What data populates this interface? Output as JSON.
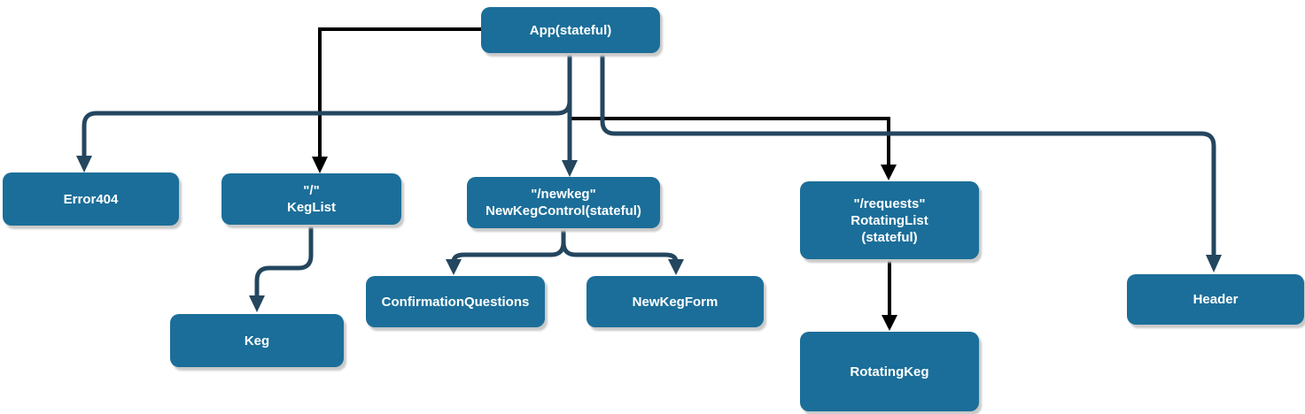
{
  "diagram": {
    "type": "component-tree",
    "colors": {
      "background": "#ffffff",
      "node_fill": "#1b6e99",
      "node_text": "#ffffff",
      "edge_dark": "#24465f",
      "edge_black": "#000000",
      "shadow": "#c9c9c9"
    },
    "nodes": {
      "app": {
        "label": "App(stateful)"
      },
      "error404": {
        "label": "Error404"
      },
      "keglist": {
        "line1": "\"/\"",
        "line2": "KegList"
      },
      "newkegcontrol": {
        "line1": "\"/newkeg\"",
        "line2": "NewKegControl(stateful)"
      },
      "rotatinglist": {
        "line1": "\"/requests\"",
        "line2": "RotatingList",
        "line3": "(stateful)"
      },
      "confirmationquestions": {
        "label": "ConfirmationQuestions"
      },
      "newkegform": {
        "label": "NewKegForm"
      },
      "keg": {
        "label": "Keg"
      },
      "rotatingkeg": {
        "label": "RotatingKeg"
      },
      "header": {
        "label": "Header"
      }
    },
    "edges": [
      {
        "from": "App",
        "to": "Error404",
        "color": "dark"
      },
      {
        "from": "App",
        "to": "KegList",
        "color": "black"
      },
      {
        "from": "App",
        "to": "NewKegControl",
        "color": "dark"
      },
      {
        "from": "App",
        "to": "RotatingList",
        "color": "black"
      },
      {
        "from": "App",
        "to": "Header",
        "color": "dark"
      },
      {
        "from": "KegList",
        "to": "Keg",
        "color": "dark"
      },
      {
        "from": "NewKegControl",
        "to": "ConfirmationQuestions",
        "color": "dark"
      },
      {
        "from": "NewKegControl",
        "to": "NewKegForm",
        "color": "dark"
      },
      {
        "from": "RotatingList",
        "to": "RotatingKeg",
        "color": "black"
      }
    ]
  }
}
